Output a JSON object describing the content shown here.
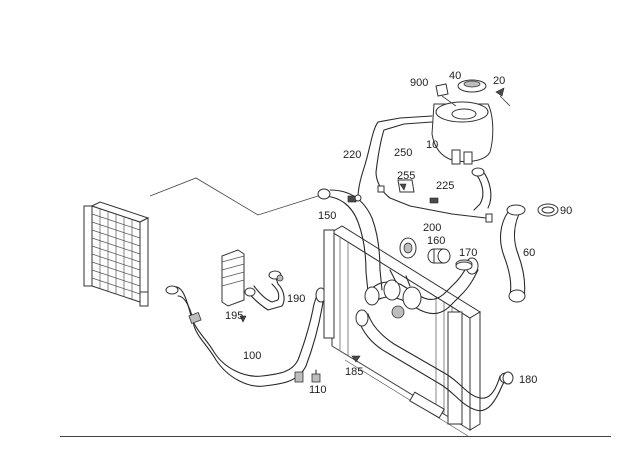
{
  "diagram": {
    "callouts": [
      {
        "id": "40",
        "label": "40"
      },
      {
        "id": "20",
        "label": "20"
      },
      {
        "id": "900",
        "label": "900"
      },
      {
        "id": "10",
        "label": "10"
      },
      {
        "id": "220",
        "label": "220"
      },
      {
        "id": "250",
        "label": "250"
      },
      {
        "id": "255",
        "label": "255"
      },
      {
        "id": "225",
        "label": "225"
      },
      {
        "id": "150",
        "label": "150"
      },
      {
        "id": "200",
        "label": "200"
      },
      {
        "id": "90",
        "label": "90"
      },
      {
        "id": "160",
        "label": "160"
      },
      {
        "id": "170",
        "label": "170"
      },
      {
        "id": "60",
        "label": "60"
      },
      {
        "id": "190",
        "label": "190"
      },
      {
        "id": "195",
        "label": "195"
      },
      {
        "id": "100",
        "label": "100"
      },
      {
        "id": "185",
        "label": "185"
      },
      {
        "id": "110",
        "label": "110"
      },
      {
        "id": "180",
        "label": "180"
      }
    ]
  }
}
